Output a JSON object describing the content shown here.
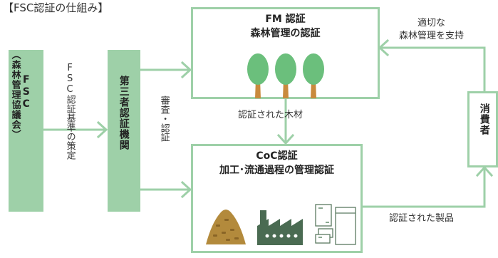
{
  "title": "【FSC認証の仕組み】",
  "fsc": {
    "line1": "FSC",
    "line2": "（森林管理協議会）"
  },
  "fsc_arrow_label": "FSC認証基準の策定",
  "third_party": "第三者認証機関",
  "audit_label": {
    "line1": "審査",
    "dot": "・",
    "line2": "認証"
  },
  "fm": {
    "line1": "FM 認証",
    "line2": "森林管理の認証"
  },
  "coc": {
    "line1": "CoC認証",
    "line2": "加工･流通過程の管理認証"
  },
  "between_label": "認証された木材",
  "consumer": "消費者",
  "support_label": {
    "line1": "適切な",
    "line2": "森林管理を支持"
  },
  "products_label": "認証された製品",
  "colors": {
    "accent": "#9ed0a8",
    "tree_top": "#6bbf7c",
    "tree_trunk": "#c98a3d",
    "factory": "#4a6b52",
    "wood": "#b38a3c"
  },
  "icons": [
    "tree-icon",
    "wood-pellets-icon",
    "factory-icon",
    "paper-products-icon"
  ]
}
